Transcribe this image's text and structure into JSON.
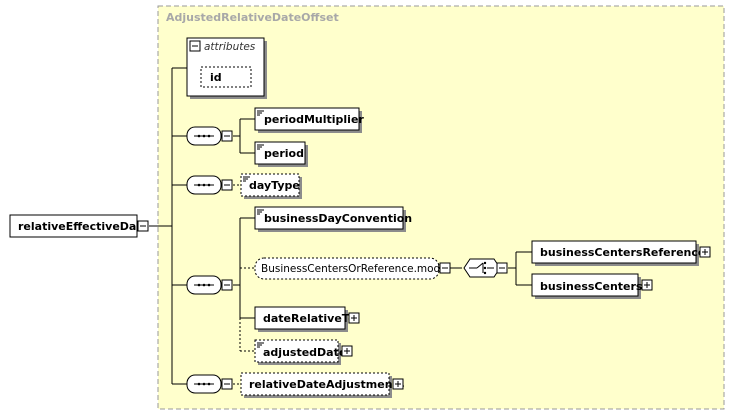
{
  "group": {
    "title": "AdjustedRelativeDateOffset"
  },
  "root": {
    "label": "relativeEffectiveDate"
  },
  "attributes": {
    "header": "attributes",
    "items": [
      "id"
    ]
  },
  "elements": {
    "periodMultiplier": "periodMultiplier",
    "period": "period",
    "dayType": "dayType",
    "businessDayConvention": "businessDayConvention",
    "model": "BusinessCentersOrReference.model",
    "businessCentersReference": "businessCentersReference",
    "businessCenters": "businessCenters",
    "dateRelativeTo": "dateRelativeTo",
    "adjustedDate": "adjustedDate",
    "relativeDateAdjustments": "relativeDateAdjustments"
  },
  "colors": {
    "group_fill": "#ffffcc",
    "group_border": "#999999",
    "box_fill": "#ffffff",
    "shadow": "#8c8c8c"
  }
}
